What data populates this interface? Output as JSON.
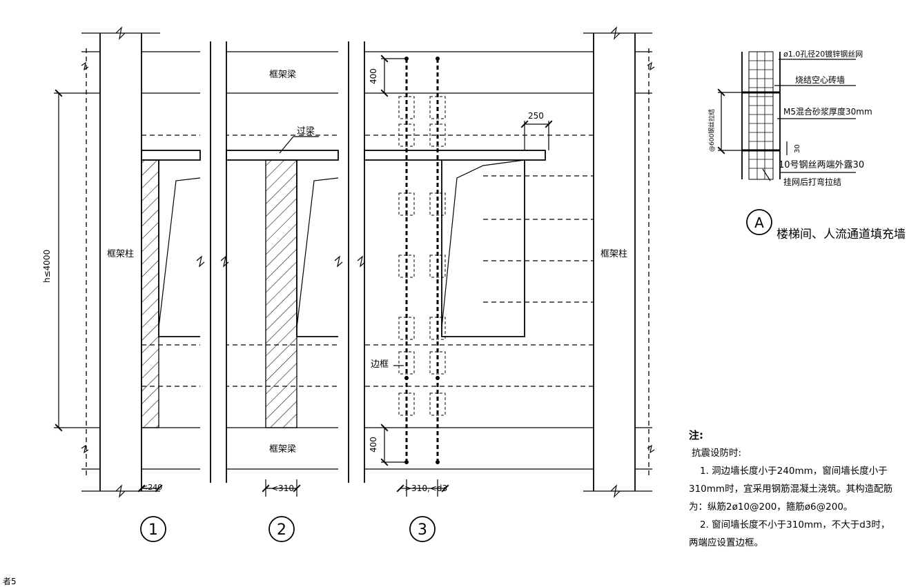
{
  "labels": {
    "frame_beam_top": "框架梁",
    "frame_beam_bottom": "框架梁",
    "frame_col_left": "框架柱",
    "frame_col_right": "框架柱",
    "lintel": "过梁",
    "side_frame": "边框",
    "height": "h≤4000"
  },
  "dims": {
    "d400_top": "400",
    "d400_bot": "400",
    "d250": "250",
    "w1": "<240",
    "w2": "<310",
    "w3": ">310,<d3"
  },
  "circles": {
    "c1": "1",
    "c2": "2",
    "c3": "3",
    "cA": "A"
  },
  "detail": {
    "l1": "ø1.0孔径20镀锌钢丝网",
    "l2": "烧结空心砖墙",
    "l3": "M5混合砂浆厚度30mm",
    "l4": "10号钢丝两端外露30",
    "l5": "挂网后打弯拉结",
    "spacing": "@600钢丝拉结",
    "d30": "30",
    "title": "楼梯间、人流通道填充墙"
  },
  "notes": {
    "title": "注:",
    "line1": "抗震设防时:",
    "line2": "1. 洞边墙长度小于240mm，窗间墙长度小于",
    "line3": "310mm时，宜采用钢筋混凝土浇筑。其构造配筋",
    "line4": "为：纵筋2ø10@200，箍筋ø6@200。",
    "line5": "2. 窗间墙长度不小于310mm，不大于d3时，",
    "line6": "两端应设置边框。"
  },
  "page_ref": "者5"
}
